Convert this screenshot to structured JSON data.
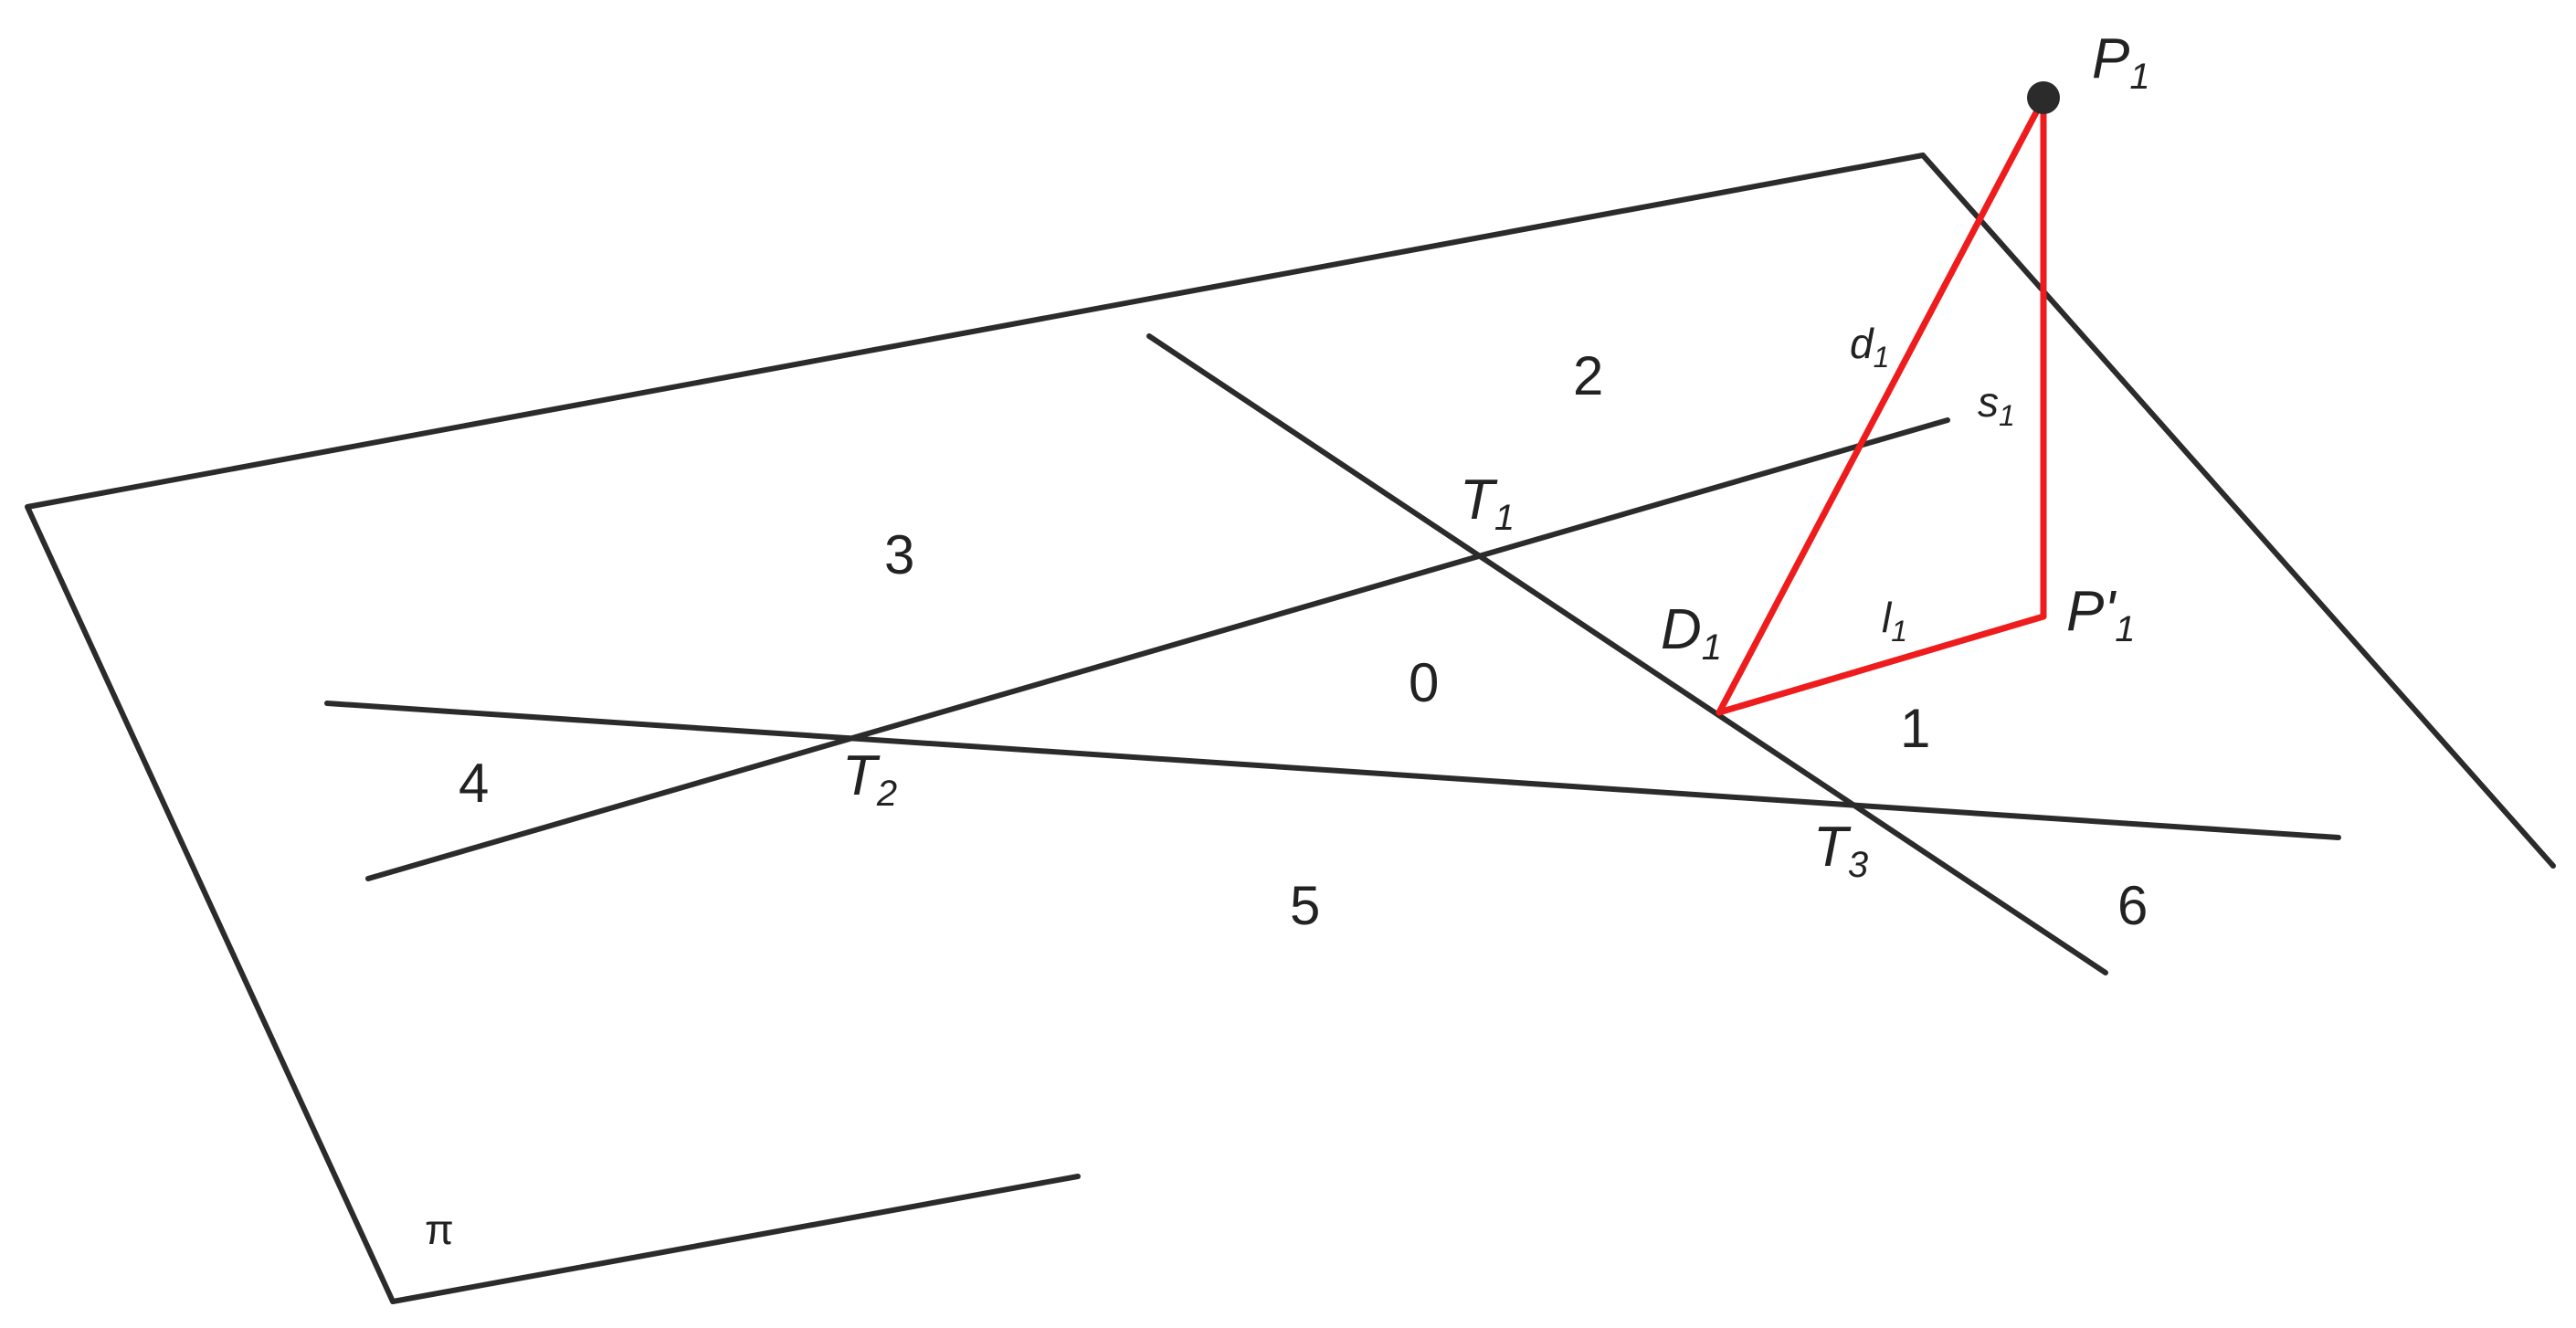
{
  "colors": {
    "line": "#2b2b2b",
    "highlight": "#ee1c1c",
    "point": "#2b2b2b"
  },
  "labels": {
    "p1": {
      "base": "P",
      "sub": "1"
    },
    "p1_proj": {
      "base": "P'",
      "sub": "1"
    },
    "d_point": {
      "base": "D",
      "sub": "1"
    },
    "distance": {
      "base": "d",
      "sub": "1"
    },
    "segment_l": {
      "base": "l",
      "sub": "1"
    },
    "segment_s": {
      "base": "s",
      "sub": "1"
    },
    "t1": {
      "base": "T",
      "sub": "1"
    },
    "t2": {
      "base": "T",
      "sub": "2"
    },
    "t3": {
      "base": "T",
      "sub": "3"
    },
    "plane": "π"
  },
  "regions": [
    "0",
    "1",
    "2",
    "3",
    "4",
    "5",
    "6"
  ]
}
